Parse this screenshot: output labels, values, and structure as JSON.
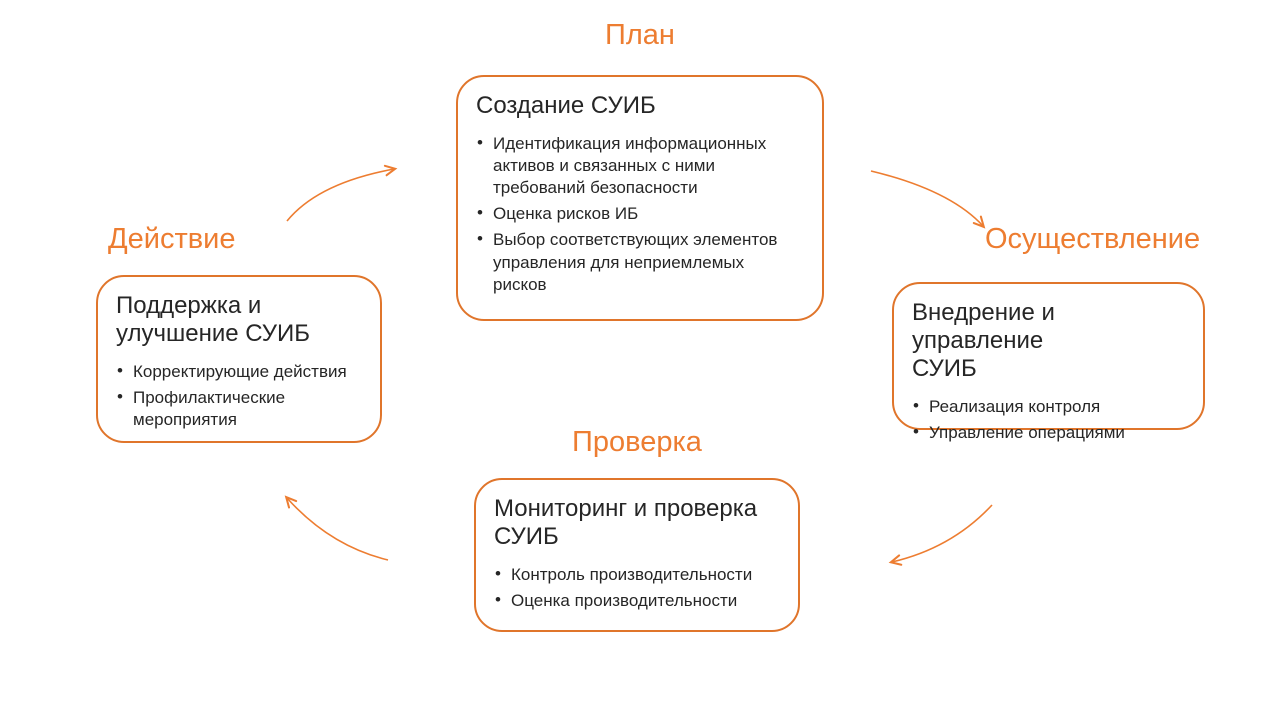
{
  "colors": {
    "accent": "#ED7D31",
    "box_border": "#E0752B",
    "text": "#262626",
    "background": "#FFFFFF"
  },
  "diagram_type": "pdca-cycle",
  "stages": {
    "plan": {
      "label": "План",
      "title": "Создание СУИБ",
      "bullets": [
        "Идентификация информационных\nактивов и связанных с ними\nтребований безопасности",
        "Оценка рисков ИБ",
        "Выбор соответствующих элементов\nуправления для  неприемлемых\nрисков"
      ]
    },
    "do": {
      "label": "Осуществление",
      "title": "Внедрение и управление\nСУИБ",
      "bullets": [
        "Реализация контроля",
        "Управление операциями"
      ]
    },
    "check": {
      "label": "Проверка",
      "title": "Мониторинг и проверка\nСУИБ",
      "bullets": [
        "Контроль производительности",
        "Оценка производительности"
      ]
    },
    "act": {
      "label": "Действие",
      "title": "Поддержка и\nулучшение СУИБ",
      "bullets": [
        "Корректирующие действия",
        "Профилактические\nмероприятия"
      ]
    }
  }
}
